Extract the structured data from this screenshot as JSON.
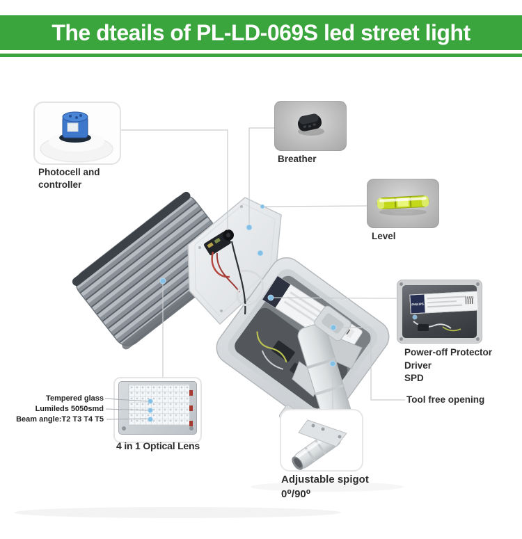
{
  "page": {
    "title": "The dteails of PL-LD-069S led street light"
  },
  "theme": {
    "banner_green": "#3aa53c",
    "connector_gray": "#c9cccf",
    "marker_blue": "#84bfe6"
  },
  "callouts": {
    "photocell": {
      "label": "Photocell and controller"
    },
    "breather": {
      "label": "Breather"
    },
    "level": {
      "label": "Level"
    },
    "power_off": {
      "line1": "Power-off Protector",
      "line2": "Driver",
      "line3": "SPD"
    },
    "tool_free": {
      "label": "Tool free opening"
    },
    "optical_lens": {
      "annotation1": "Tempered glass",
      "annotation2": "Lumileds 5050smd",
      "annotation3": "Beam angle:T2 T3 T4 T5",
      "caption": "4 in 1 Optical Lens"
    },
    "spigot": {
      "label": "Adjustable spigot",
      "angle": "0⁰/90⁰"
    }
  },
  "lamp": {
    "driver_brand": "PHILIPS"
  }
}
